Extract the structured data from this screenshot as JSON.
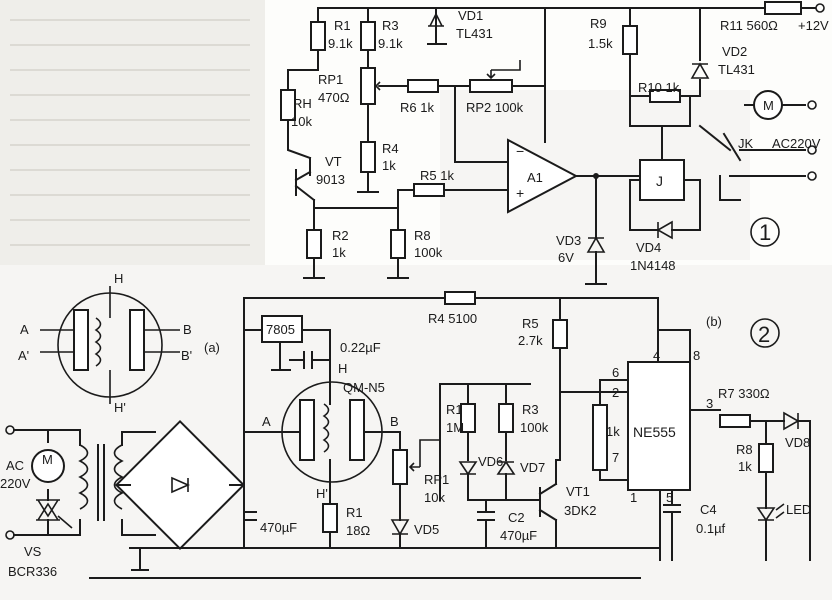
{
  "labels": {
    "r1_name": "R1",
    "r1_val": "9.1k",
    "r3_name": "R3",
    "r3_val": "9.1k",
    "vd1_name": "VD1",
    "vd1_val": "TL431",
    "r9_name": "R9",
    "r9_val": "1.5k",
    "r11": "R11  560Ω",
    "v12": "+12V",
    "vd2_name": "VD2",
    "vd2_val": "TL431",
    "rh_name": "RH",
    "rh_val": "10k",
    "rp1_name": "RP1",
    "rp1_val": "470Ω",
    "r6": "R6  1k",
    "rp2": "RP2  100k",
    "r10": "R10  1k",
    "motor_top": "M",
    "jk": "JK",
    "ac_top": "AC220V",
    "vt_name": "VT",
    "vt_val": "9013",
    "r4_name": "R4",
    "r4_val": "1k",
    "r5": "R5  1k",
    "a1": "A1",
    "relay_j": "J",
    "r2_name": "R2",
    "r2_val": "1k",
    "r8_name": "R8",
    "r8_val": "100k",
    "vd3_name": "VD3",
    "vd3_val": "6V",
    "vd4_name": "VD4",
    "vd4_val": "1N4148",
    "circle_1": "1",
    "h_top": "H",
    "a_pin": "A",
    "a_prime": "A'",
    "b_pin": "B",
    "b_prime": "B'",
    "h_prime": "H'",
    "fig_a": "(a)",
    "r4b": "R4  5100",
    "fig_b": "(b)",
    "circle_2": "2",
    "reg": "7805",
    "cap022": "0.22µF",
    "r5b_name": "R5",
    "r5b_val": "2.7k",
    "ne_pin4": "4",
    "ne_pin8": "8",
    "ne_pin6": "6",
    "ne_pin2": "2",
    "ne_pin7": "7",
    "ne_pin3": "3",
    "ne_pin1": "1",
    "ne_pin5": "5",
    "ne555": "NE555",
    "qm_h": "H",
    "qm_name": "QM-N5",
    "qm_a": "A",
    "qm_b": "B",
    "qm_hp": "H'",
    "r1b_name": "R1",
    "r1b_val": "1M",
    "r3b_name": "R3",
    "r3b_val": "100k",
    "r_1k": "1k",
    "r7": "R7  330Ω",
    "r8b_name": "R8",
    "r8b_val": "1k",
    "vd8": "VD8",
    "ac_left": "AC",
    "ac_left_v": "220V",
    "motor_left": "M",
    "rp1b_name": "RP1",
    "rp1b_val": "10k",
    "vd6": "VD6",
    "vd7": "VD7",
    "vt1_name": "VT1",
    "vt1_val": "3DK2",
    "c4_name": "C4",
    "c4_val": "0.1µf",
    "led": "LED",
    "r1c_name": "R1",
    "r1c_val": "18Ω",
    "vd5": "VD5",
    "c470a": "470µF",
    "c2_name": "C2",
    "c2_val": "470µF",
    "vs_name": "VS",
    "vs_val": "BCR336"
  }
}
